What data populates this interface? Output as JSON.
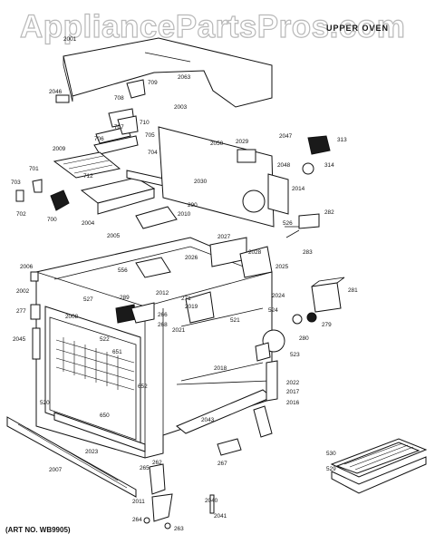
{
  "watermark": "AppliancePartsPros.com",
  "section_title": "UPPER OVEN",
  "art_number": "(ART NO. WB9905)",
  "callouts": [
    "2001",
    "2063",
    "2046",
    "708",
    "709",
    "2003",
    "707",
    "710",
    "705",
    "706",
    "2050",
    "2029",
    "2047",
    "313",
    "704",
    "2048",
    "314",
    "2009",
    "701",
    "703",
    "712",
    "702",
    "700",
    "2014",
    "2004",
    "2010",
    "290",
    "2005",
    "2030",
    "2027",
    "2028",
    "2025",
    "526",
    "282",
    "283",
    "2006",
    "556",
    "2026",
    "2002",
    "527",
    "2012",
    "289",
    "271",
    "2019",
    "277",
    "2008",
    "2045",
    "266",
    "268",
    "2021",
    "521",
    "522",
    "651",
    "652",
    "520",
    "529",
    "2018",
    "2024",
    "281",
    "524",
    "279",
    "280",
    "523",
    "2022",
    "2017",
    "2016",
    "2043",
    "650",
    "2023",
    "2007",
    "267",
    "262",
    "265",
    "2011",
    "2041",
    "2040",
    "264",
    "263",
    "530"
  ]
}
